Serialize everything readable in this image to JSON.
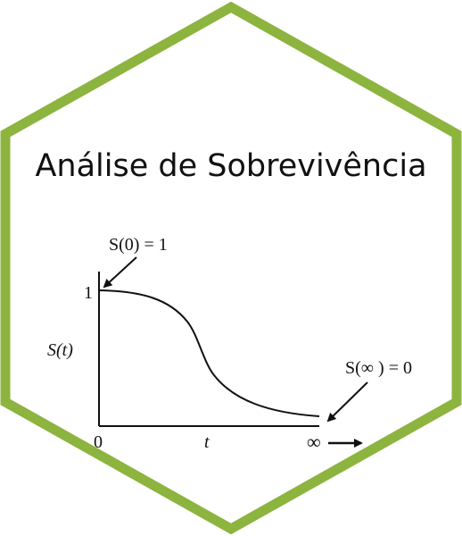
{
  "title": "Análise de Sobrevivência",
  "colors": {
    "hex_border": "#8cb43f",
    "ink": "#111111",
    "background": "#ffffff"
  },
  "diagram": {
    "y_label": "S(t)",
    "y_tick": "1",
    "x_origin": "0",
    "x_label": "t",
    "x_end": "∞",
    "start_annotation": "S(0) = 1",
    "end_annotation": "S(∞ ) = 0",
    "curve": "decreasing sigmoid from 1 to 0"
  }
}
